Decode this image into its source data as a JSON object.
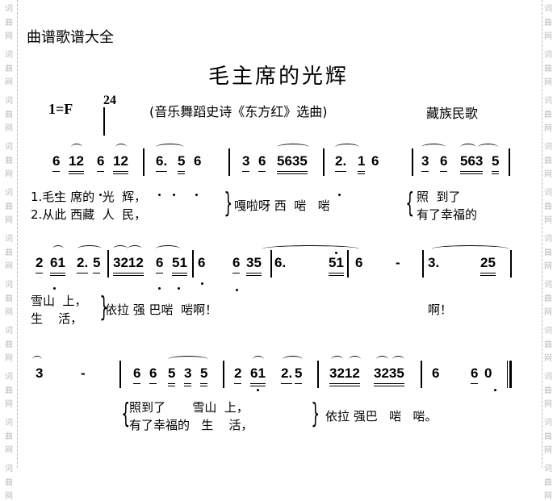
{
  "watermark": [
    "词",
    "曲",
    "网"
  ],
  "header": "曲谱歌谱大全",
  "title": "毛主席的光辉",
  "key": "1=F",
  "time_signature": {
    "top": "2",
    "bottom": "4"
  },
  "subtitle": "(音乐舞蹈史诗《东方红》选曲)",
  "genre": "藏族民歌",
  "rows": [
    {
      "measures": [
        [
          "6",
          "12",
          "6",
          "12"
        ],
        [
          "6.",
          "5",
          "6"
        ],
        [
          "3",
          "6",
          "5635"
        ],
        [
          "2.",
          "1",
          "6"
        ],
        [
          "3",
          "6",
          "563",
          "5"
        ]
      ],
      "lyrics": [
        {
          "lines": [
            "1.毛主 席的  光  辉，",
            "2.从此 西藏  人  民，"
          ]
        },
        {
          "lines": [
            "嘎啦呀 西  啱   啱"
          ]
        },
        {
          "lines": [
            "照  到了",
            "有了幸福的"
          ]
        }
      ]
    },
    {
      "measures": [
        [
          "2",
          "61",
          "2.",
          "5"
        ],
        [
          "3212",
          "6",
          "51"
        ],
        [
          "6",
          "6",
          "35"
        ],
        [
          "6.",
          "51"
        ],
        [
          "6",
          "-"
        ],
        [
          "3.",
          "25"
        ]
      ],
      "lyrics": [
        {
          "lines": [
            "雪山  上，",
            "生    活，"
          ]
        },
        {
          "lines": [
            "依拉 强 巴啱  啱啊！"
          ]
        },
        {
          "lines": [
            "啊！"
          ]
        }
      ]
    },
    {
      "measures": [
        [
          "3",
          "-"
        ],
        [
          "6",
          "6",
          "5",
          "3",
          "5"
        ],
        [
          "2",
          "61",
          "2.",
          "5"
        ],
        [
          "3212",
          "3235"
        ],
        [
          "6",
          "6",
          "0"
        ]
      ],
      "lyrics": [
        {
          "lines": [
            "照到了       雪山  上，",
            "有了幸福的   生    活，"
          ]
        },
        {
          "lines": [
            "依拉 强巴   啱   啱。"
          ]
        }
      ]
    }
  ]
}
